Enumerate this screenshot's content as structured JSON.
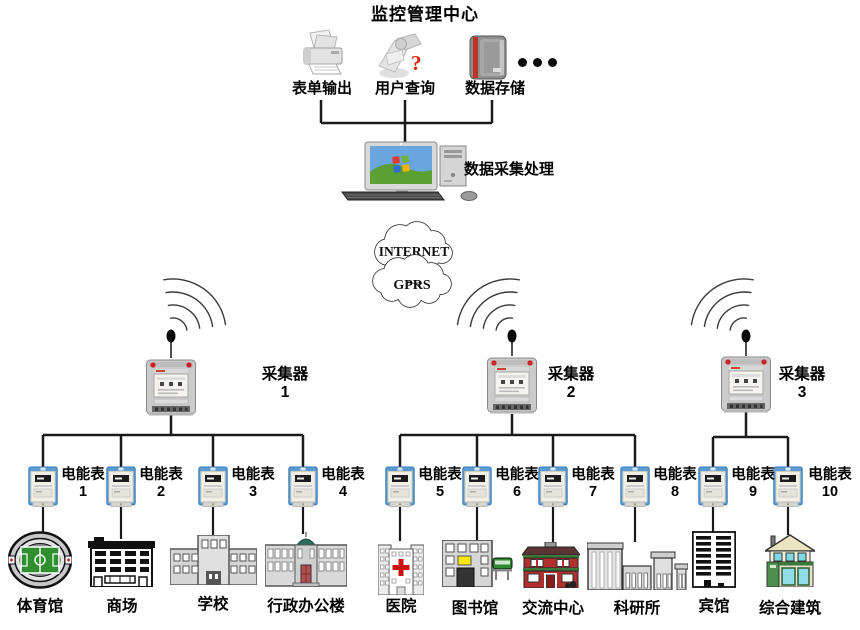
{
  "title": "监控管理中心",
  "center": {
    "modules": [
      {
        "label": "表单输出",
        "icon": "printer-icon"
      },
      {
        "label": "用户查询",
        "icon": "user-query-icon"
      },
      {
        "label": "数据存储",
        "icon": "data-storage-icon"
      }
    ],
    "query_mark": "?",
    "server_label": "数据采集处理"
  },
  "network": {
    "cloud_top": "INTERNET",
    "cloud_bottom": "GPRS"
  },
  "collectors": [
    {
      "name": "采集器",
      "number": "1"
    },
    {
      "name": "采集器",
      "number": "2"
    },
    {
      "name": "采集器",
      "number": "3"
    }
  ],
  "meters": [
    {
      "name": "电能表",
      "number": "1"
    },
    {
      "name": "电能表",
      "number": "2"
    },
    {
      "name": "电能表",
      "number": "3"
    },
    {
      "name": "电能表",
      "number": "4"
    },
    {
      "name": "电能表",
      "number": "5"
    },
    {
      "name": "电能表",
      "number": "6"
    },
    {
      "name": "电能表",
      "number": "7"
    },
    {
      "name": "电能表",
      "number": "8"
    },
    {
      "name": "电能表",
      "number": "9"
    },
    {
      "name": "电能表",
      "number": "10"
    }
  ],
  "buildings": [
    {
      "label": "体育馆"
    },
    {
      "label": "商场"
    },
    {
      "label": "学校"
    },
    {
      "label": "行政办公楼"
    },
    {
      "label": "医院"
    },
    {
      "label": "图书馆"
    },
    {
      "label": "交流中心"
    },
    {
      "label": "科研所"
    },
    {
      "label": "宾馆"
    },
    {
      "label": "综合建筑"
    }
  ],
  "icons": {
    "printer": "printer-icon",
    "user_query": "user-query-icon",
    "data_storage": "data-storage-icon",
    "ellipsis": "ellipsis-dots-icon",
    "computer": "desktop-computer-icon",
    "cloud": "cloud-icon",
    "collector": "collector-device-icon",
    "antenna": "antenna-icon",
    "wifi": "wifi-signal-icon",
    "meter": "energy-meter-icon"
  },
  "colors": {
    "line": "#1a1a1a",
    "accent_red": "#cc2222",
    "meter_blue": "#5b9bd5",
    "field_green": "#2f8f2f",
    "building_red": "#b03030",
    "trim_green": "#3a7a3a",
    "window_cyan": "#8fdde8"
  }
}
